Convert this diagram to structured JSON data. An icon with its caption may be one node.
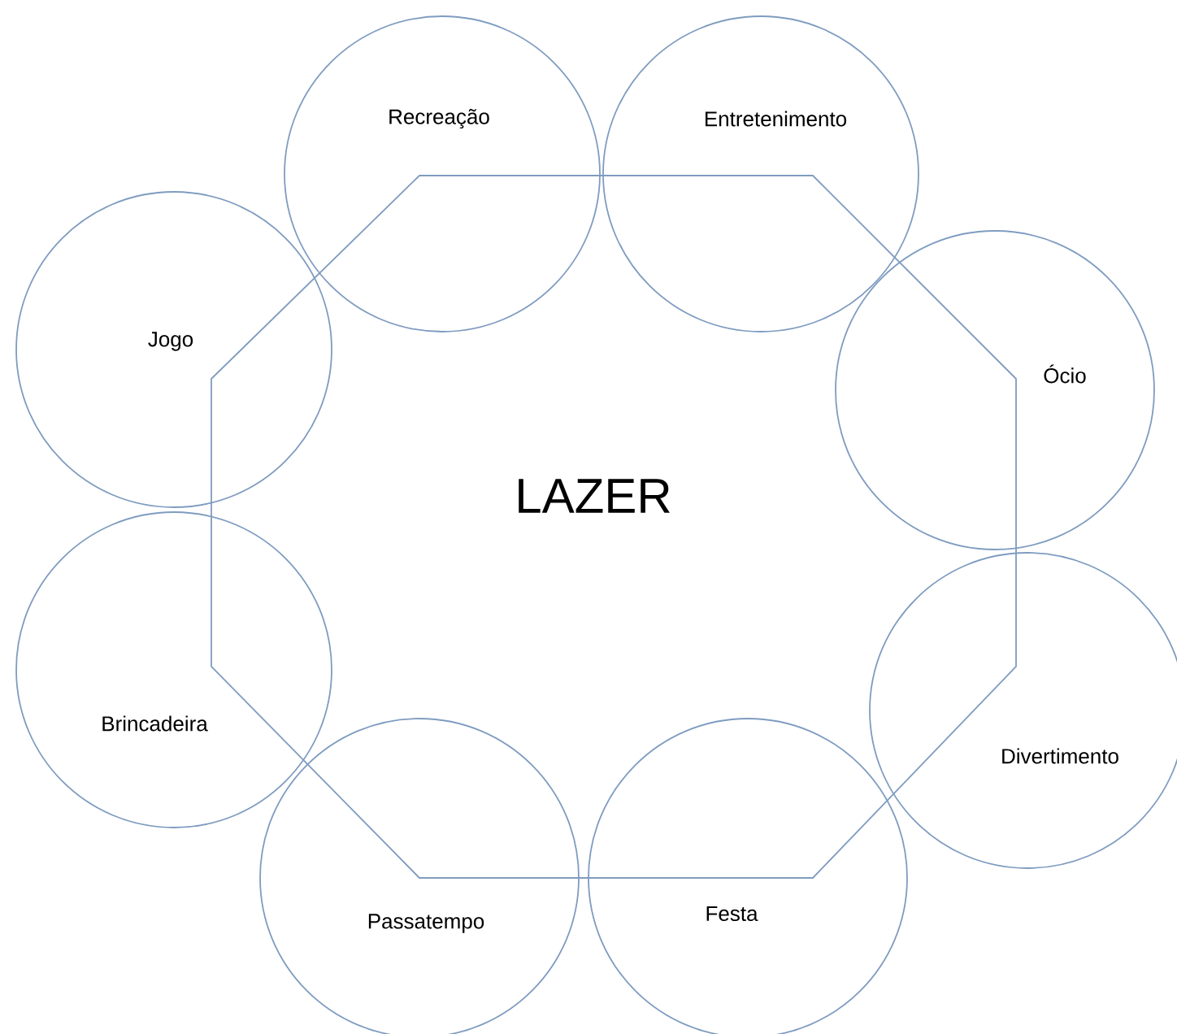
{
  "diagram": {
    "nodes": [
      {
        "text": [
          "LAZER"
        ]
      },
      {
        "text": [
          "Recreação"
        ]
      },
      {
        "text": [
          "Entretenimento"
        ]
      },
      {
        "text": [
          "Ócio"
        ]
      },
      {
        "text": [
          "Divertimento"
        ]
      },
      {
        "text": [
          "Festa"
        ]
      },
      {
        "text": [
          "Passatempo"
        ]
      },
      {
        "text": [
          "Brincadeira"
        ]
      },
      {
        "text": [
          "Jogo"
        ]
      }
    ]
  }
}
